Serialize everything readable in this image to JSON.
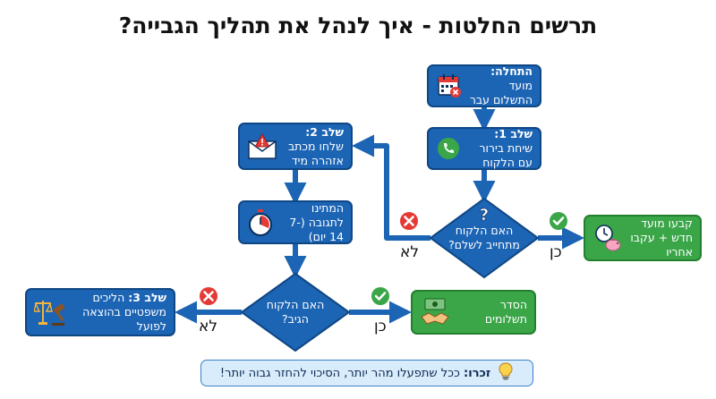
{
  "title": "תרשים החלטות - איך לנהל את תהליך הגבייה?",
  "nodes": {
    "start": {
      "label": "התחלה:",
      "text": "מועד התשלום עבר",
      "icon": "calendar-overdue-icon"
    },
    "step1": {
      "label": "שלב 1:",
      "text": "שיחת בירור עם הלקוח",
      "icon": "phone-icon"
    },
    "q1": {
      "text": "האם הלקוח מתחייב לשלם?",
      "icon": "question-mark-icon"
    },
    "new_date": {
      "text": "קבעו מועד חדש + עקבו אחריו",
      "icon": "clock-piggy-bank-icon"
    },
    "step2": {
      "label": "שלב 2:",
      "text": "שלחו מכתב אזהרה מיד",
      "icon": "warning-envelope-icon"
    },
    "wait": {
      "text": "המתינו לתגובה (7-14 יום)",
      "icon": "stopwatch-icon"
    },
    "q2": {
      "text": "האם הלקוח הגיב?"
    },
    "arrangement": {
      "text": "הסדר תשלומים",
      "icon": "handshake-money-icon"
    },
    "step3": {
      "label": "שלב 3:",
      "text": "הליכים משפטיים בהוצאה לפועל",
      "icon": "scales-gavel-icon"
    }
  },
  "labels": {
    "yes": "כן",
    "no": "לא"
  },
  "note": {
    "label": "זכרו:",
    "text": "ככל שתפעלו מהר יותר, הסיכוי להחזר גבוה יותר!",
    "icon": "lightbulb-icon"
  },
  "colors": {
    "blue": "#1c64b4",
    "green": "#3aa648",
    "arrow": "#1c64b4",
    "no_mark": "#e53935",
    "yes_mark": "#3aa648"
  }
}
